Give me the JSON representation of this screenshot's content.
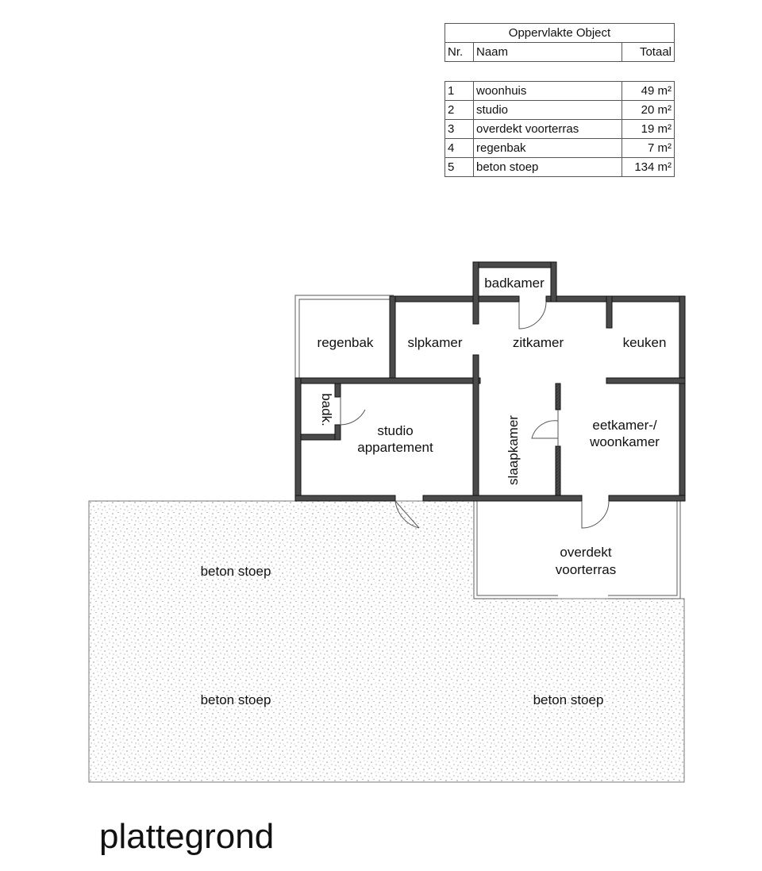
{
  "table": {
    "caption": "Oppervlakte Object",
    "headers": {
      "nr": "Nr.",
      "name": "Naam",
      "total": "Totaal"
    },
    "rows": [
      {
        "nr": "1",
        "name": "woonhuis",
        "total": "49 m²"
      },
      {
        "nr": "2",
        "name": "studio",
        "total": "20 m²"
      },
      {
        "nr": "3",
        "name": "overdekt voorterras",
        "total": "19 m²"
      },
      {
        "nr": "4",
        "name": "regenbak",
        "total": "7 m²"
      },
      {
        "nr": "5",
        "name": "beton stoep",
        "total": "134 m²"
      }
    ]
  },
  "rooms": {
    "badkamer": "badkamer",
    "regenbak": "regenbak",
    "slpkamer": "slpkamer",
    "zitkamer": "zitkamer",
    "keuken": "keuken",
    "badk": "badk.",
    "studio_line1": "studio",
    "studio_line2": "appartement",
    "slaapkamer": "slaapkamer",
    "eetkamer_line1": "eetkamer-/",
    "eetkamer_line2": "woonkamer",
    "terras_line1": "overdekt",
    "terras_line2": "voorterras",
    "stoep_1": "beton stoep",
    "stoep_2": "beton stoep",
    "stoep_3": "beton stoep"
  },
  "title": "plattegrond",
  "colors": {
    "wall": "#4a4a4a",
    "wall_stroke": "#111111",
    "thin_line": "#777777",
    "concrete_dots": "#555555"
  }
}
